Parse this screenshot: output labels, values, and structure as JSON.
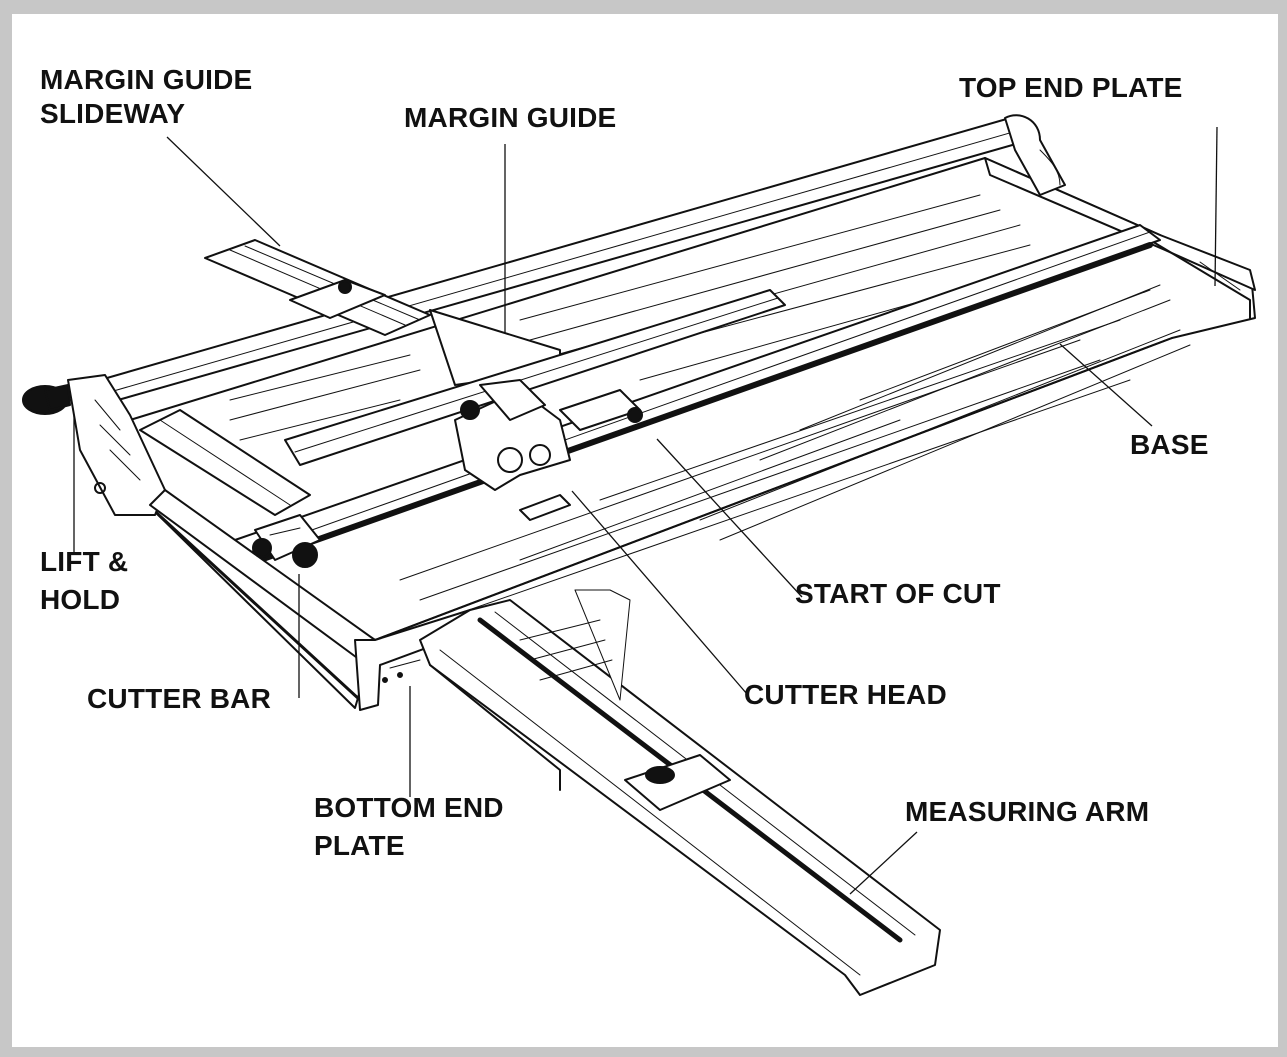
{
  "labels": {
    "margin_guide_slideway_1": "MARGIN GUIDE",
    "margin_guide_slideway_2": "SLIDEWAY",
    "margin_guide": "MARGIN GUIDE",
    "top_end_plate": "TOP END PLATE",
    "base": "BASE",
    "lift_hold_1": "LIFT &",
    "lift_hold_2": "HOLD",
    "start_of_cut": "START OF CUT",
    "cutter_head": "CUTTER HEAD",
    "cutter_bar": "CUTTER BAR",
    "bottom_end_plate_1": "BOTTOM END",
    "bottom_end_plate_2": "PLATE",
    "measuring_arm": "MEASURING ARM"
  },
  "colors": {
    "ink": "#111111",
    "background": "#c7c7c7",
    "panel": "#ffffff"
  }
}
